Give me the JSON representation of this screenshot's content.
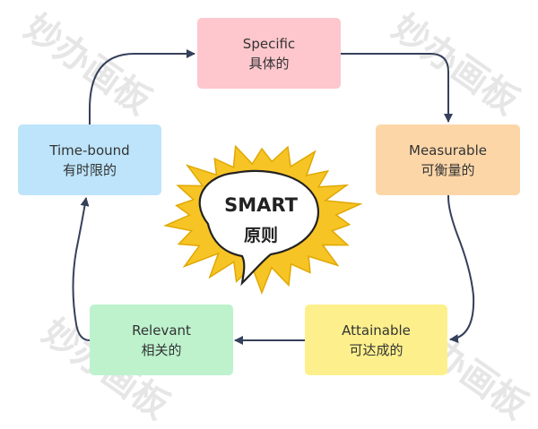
{
  "watermark": {
    "text": "妙办画板"
  },
  "colors": {
    "edge": "#35405a",
    "burst_fill": "#f7c425",
    "burst_stroke": "#e0a800",
    "bubble_fill": "#ffffff",
    "bubble_stroke": "#222222"
  },
  "nodes": [
    {
      "id": "specific",
      "title": "Specific",
      "subtitle": "具体的",
      "color": "#fdc7cd"
    },
    {
      "id": "measurable",
      "title": "Measurable",
      "subtitle": "可衡量的",
      "color": "#fdd6a8"
    },
    {
      "id": "attainable",
      "title": "Attainable",
      "subtitle": "可达成的",
      "color": "#fdf08c"
    },
    {
      "id": "relevant",
      "title": "Relevant",
      "subtitle": "相关的",
      "color": "#bdf2cd"
    },
    {
      "id": "time-bound",
      "title": "Time-bound",
      "subtitle": "有时限的",
      "color": "#bde4fb"
    }
  ],
  "edges": [
    {
      "from": "specific",
      "to": "measurable"
    },
    {
      "from": "measurable",
      "to": "attainable"
    },
    {
      "from": "attainable",
      "to": "relevant"
    },
    {
      "from": "relevant",
      "to": "time-bound"
    },
    {
      "from": "time-bound",
      "to": "specific"
    }
  ],
  "center": {
    "line1": "SMART",
    "line2": "原则"
  }
}
